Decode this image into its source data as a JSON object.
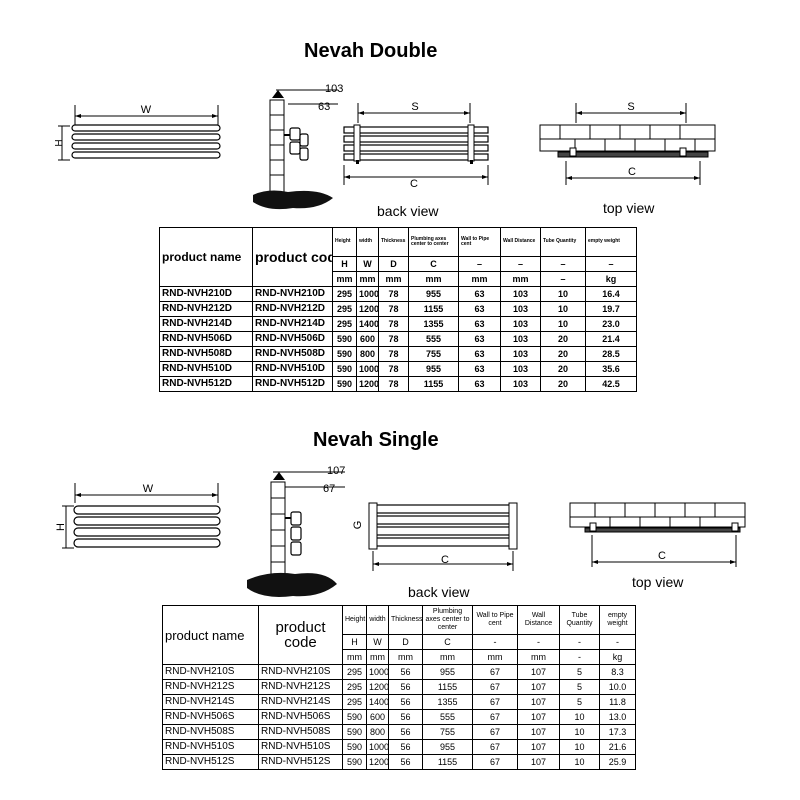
{
  "double": {
    "title": "Nevah Double",
    "dims": {
      "depth_outer": "103",
      "depth_inner": "63",
      "width": "W",
      "height": "H",
      "spacing": "S",
      "centers": "C"
    },
    "captions": {
      "back": "back view",
      "top": "top view"
    },
    "table": {
      "name_header": "product name",
      "code_header": "product code",
      "col_headers": [
        "Height",
        "width",
        "Thickness",
        "Plumbing axes center to center",
        "Wall to Pipe cent",
        "Wall Distance",
        "Tube Quantity",
        "empty weight"
      ],
      "symbols": [
        "H",
        "W",
        "D",
        "C",
        "–",
        "–",
        "–",
        "–"
      ],
      "units": [
        "mm",
        "mm",
        "mm",
        "mm",
        "mm",
        "mm",
        "–",
        "kg"
      ],
      "rows": [
        [
          "RND-NVH210D",
          "RND-NVH210D",
          "295",
          "1000",
          "78",
          "955",
          "63",
          "103",
          "10",
          "16.4"
        ],
        [
          "RND-NVH212D",
          "RND-NVH212D",
          "295",
          "1200",
          "78",
          "1155",
          "63",
          "103",
          "10",
          "19.7"
        ],
        [
          "RND-NVH214D",
          "RND-NVH214D",
          "295",
          "1400",
          "78",
          "1355",
          "63",
          "103",
          "10",
          "23.0"
        ],
        [
          "RND-NVH506D",
          "RND-NVH506D",
          "590",
          "600",
          "78",
          "555",
          "63",
          "103",
          "20",
          "21.4"
        ],
        [
          "RND-NVH508D",
          "RND-NVH508D",
          "590",
          "800",
          "78",
          "755",
          "63",
          "103",
          "20",
          "28.5"
        ],
        [
          "RND-NVH510D",
          "RND-NVH510D",
          "590",
          "1000",
          "78",
          "955",
          "63",
          "103",
          "20",
          "35.6"
        ],
        [
          "RND-NVH512D",
          "RND-NVH512D",
          "590",
          "1200",
          "78",
          "1155",
          "63",
          "103",
          "20",
          "42.5"
        ]
      ]
    }
  },
  "single": {
    "title": "Nevah Single",
    "dims": {
      "depth_outer": "107",
      "depth_inner": "67",
      "width": "W",
      "height": "H",
      "spacing": "G",
      "centers": "C"
    },
    "captions": {
      "back": "back view",
      "top": "top view"
    },
    "table": {
      "name_header": "product name",
      "code_header": "product code",
      "col_headers": [
        "Height",
        "width",
        "Thickness",
        "Plumbing axes center to center",
        "Wall to Pipe cent",
        "Wall Distance",
        "Tube Quantity",
        "empty weight"
      ],
      "symbols": [
        "H",
        "W",
        "D",
        "C",
        "-",
        "-",
        "-",
        "-"
      ],
      "units": [
        "mm",
        "mm",
        "mm",
        "mm",
        "mm",
        "mm",
        "-",
        "kg"
      ],
      "rows": [
        [
          "RND-NVH210S",
          "RND-NVH210S",
          "295",
          "1000",
          "56",
          "955",
          "67",
          "107",
          "5",
          "8.3"
        ],
        [
          "RND-NVH212S",
          "RND-NVH212S",
          "295",
          "1200",
          "56",
          "1155",
          "67",
          "107",
          "5",
          "10.0"
        ],
        [
          "RND-NVH214S",
          "RND-NVH214S",
          "295",
          "1400",
          "56",
          "1355",
          "67",
          "107",
          "5",
          "11.8"
        ],
        [
          "RND-NVH506S",
          "RND-NVH506S",
          "590",
          "600",
          "56",
          "555",
          "67",
          "107",
          "10",
          "13.0"
        ],
        [
          "RND-NVH508S",
          "RND-NVH508S",
          "590",
          "800",
          "56",
          "755",
          "67",
          "107",
          "10",
          "17.3"
        ],
        [
          "RND-NVH510S",
          "RND-NVH510S",
          "590",
          "1000",
          "56",
          "955",
          "67",
          "107",
          "10",
          "21.6"
        ],
        [
          "RND-NVH512S",
          "RND-NVH512S",
          "590",
          "1200",
          "56",
          "1155",
          "67",
          "107",
          "10",
          "25.9"
        ]
      ]
    }
  }
}
